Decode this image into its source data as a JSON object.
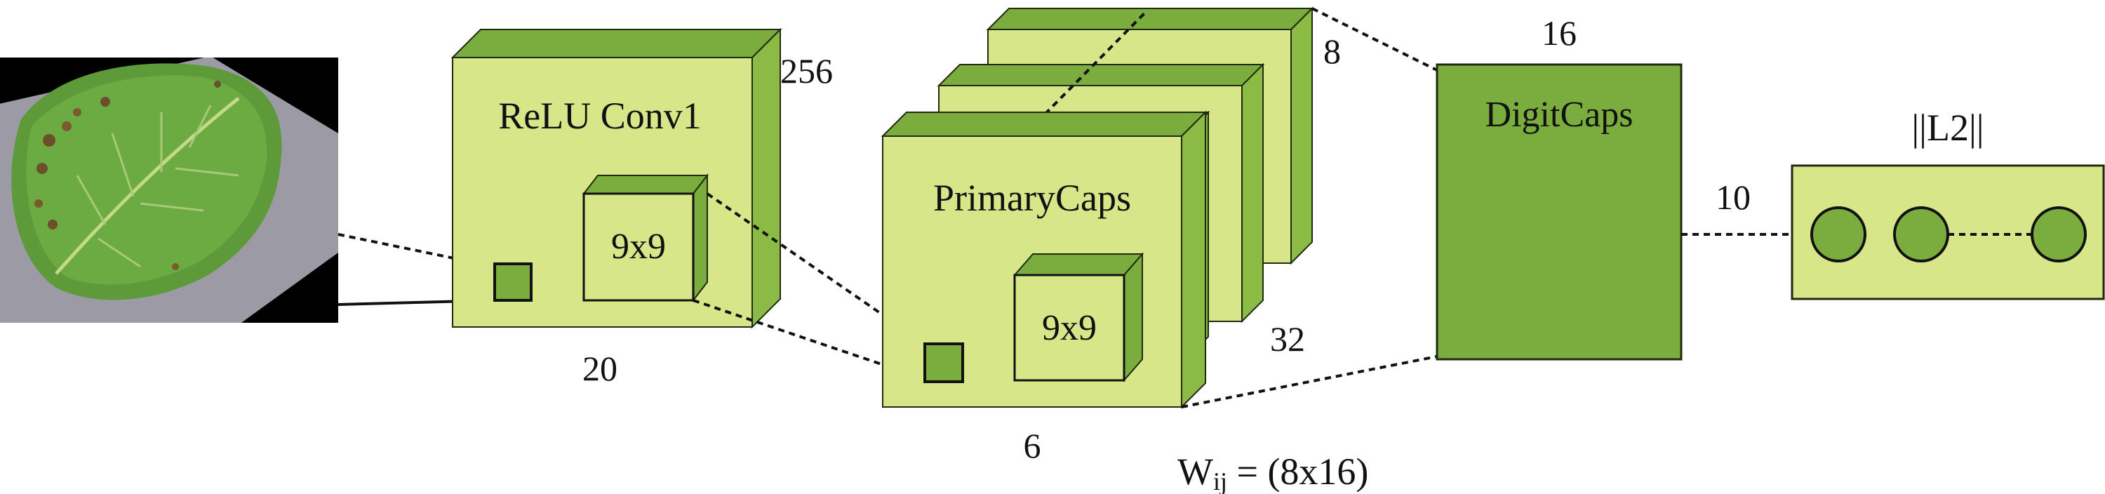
{
  "labels": {
    "conv1": "ReLU Conv1",
    "conv1_kernel": "9x9",
    "conv1_depth": "256",
    "conv1_size": "20",
    "primary": "PrimaryCaps",
    "primary_kernel": "9x9",
    "primary_vec_dim": "8",
    "primary_channels": "32",
    "primary_size": "6",
    "digitcaps": "DigitCaps",
    "digitcaps_dim": "16",
    "digitcaps_count": "10",
    "weight_symbol": "W",
    "weight_subscript": "ij",
    "weight_value": " = (8x16)",
    "output": "||L2||"
  },
  "colors": {
    "light_green": "#d8e68a",
    "mid_green": "#8cbb45",
    "dark_green": "#7aad3e",
    "stroke": "#1f2a10",
    "leaf_green": "#5f9a3a",
    "leaf_background": "#9c9aa4"
  },
  "icons": {
    "input_image": "leaf-image",
    "output_node": "circle-node"
  }
}
